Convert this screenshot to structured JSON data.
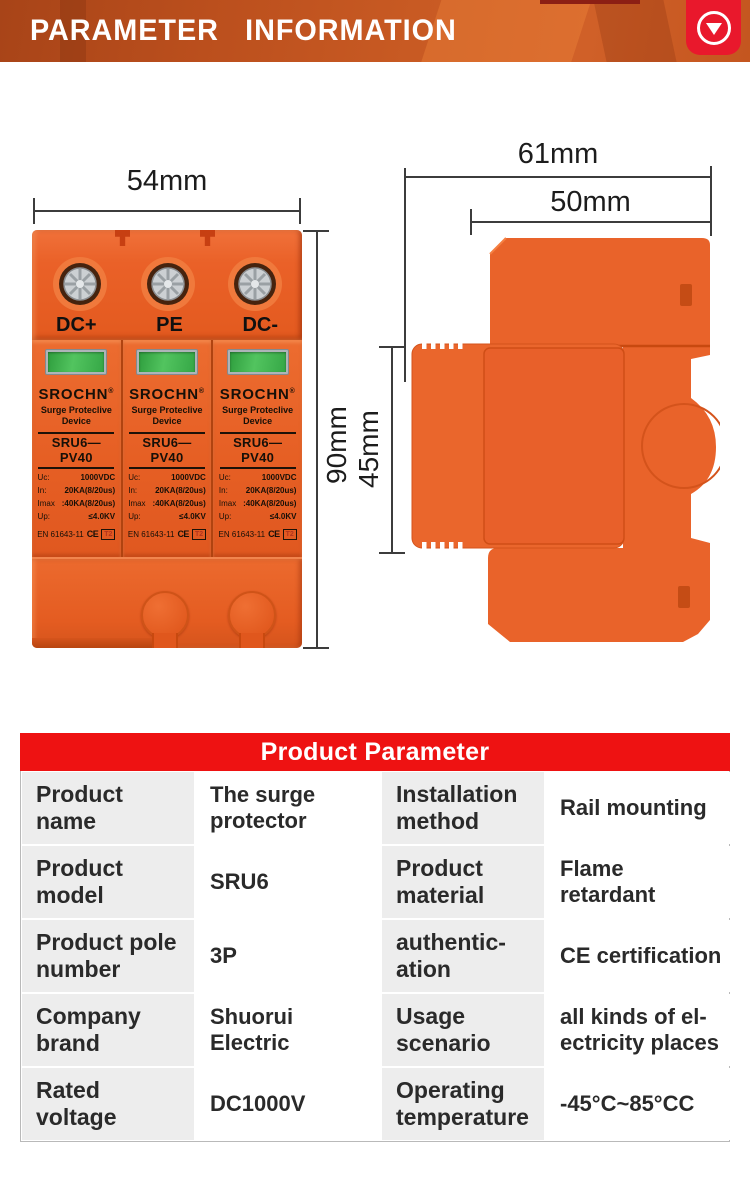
{
  "header": {
    "title": "PARAMETER INFORMATION",
    "colors": {
      "banner_orange": "#c85a23",
      "tag_red": "#e9182c",
      "title_color": "#ffffff"
    },
    "tag_icon": "circle-down-triangle"
  },
  "front_view": {
    "width_label": "54mm",
    "height_label": "90mm",
    "terminals": [
      "DC+",
      "PE",
      "DC-"
    ],
    "module": {
      "brand": "SROCHN",
      "reg_mark": "®",
      "subtitle_line1": "Surge Proteclive",
      "subtitle_line2": "Device",
      "model": "SRU6—PV40",
      "specs": [
        {
          "label": "Uc:",
          "value": "1000VDC"
        },
        {
          "label": "In:",
          "value": "20KA(8/20us)"
        },
        {
          "label": "Imax",
          "value": ":40KA(8/20us)"
        },
        {
          "label": "Up:",
          "value": "≤4.0KV"
        }
      ],
      "standard": "EN 61643-11",
      "ce_mark": "CE",
      "class_badge": "T2"
    },
    "colors": {
      "body_orange": "#e9632a",
      "window_green": "#3fae4e"
    }
  },
  "side_view": {
    "overall_width_label": "61mm",
    "body_width_label": "50mm",
    "module_height_label": "45mm"
  },
  "table": {
    "title": "Product Parameter",
    "colors": {
      "title_bg": "#ee1212",
      "label_cell_bg": "#ededed"
    },
    "rows": [
      [
        "Product name",
        "The surge protector",
        "Installation method",
        "Rail mounting"
      ],
      [
        "Product model",
        "SRU6",
        "Product material",
        "Flame retardant"
      ],
      [
        "Product pole number",
        "3P",
        "authentic-ation",
        "CE certification"
      ],
      [
        "Company brand",
        "Shuorui Electric",
        "Usage scenario",
        "all kinds of el-ectricity places"
      ],
      [
        "Rated voltage",
        "DC1000V",
        "Operating temperature",
        "-45°C~85°CC"
      ]
    ]
  }
}
